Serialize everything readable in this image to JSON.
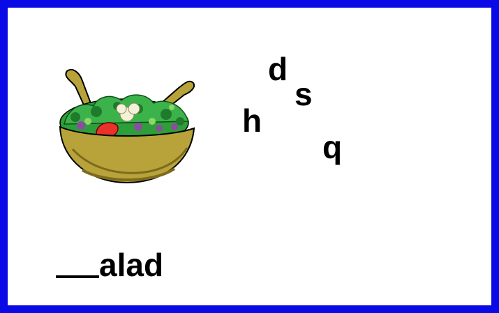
{
  "letters": [
    {
      "id": "d",
      "text": "d"
    },
    {
      "id": "s",
      "text": "s"
    },
    {
      "id": "h",
      "text": "h"
    },
    {
      "id": "q",
      "text": "q"
    }
  ],
  "word": {
    "blank": "__",
    "suffix": "alad"
  },
  "colors": {
    "border": "#0a0ae6",
    "bowl": "#b7a33a",
    "lettuce": "#2e9e3a",
    "tomato": "#e8322a",
    "text": "#000000"
  },
  "image": {
    "icon": "salad-bowl-icon"
  }
}
